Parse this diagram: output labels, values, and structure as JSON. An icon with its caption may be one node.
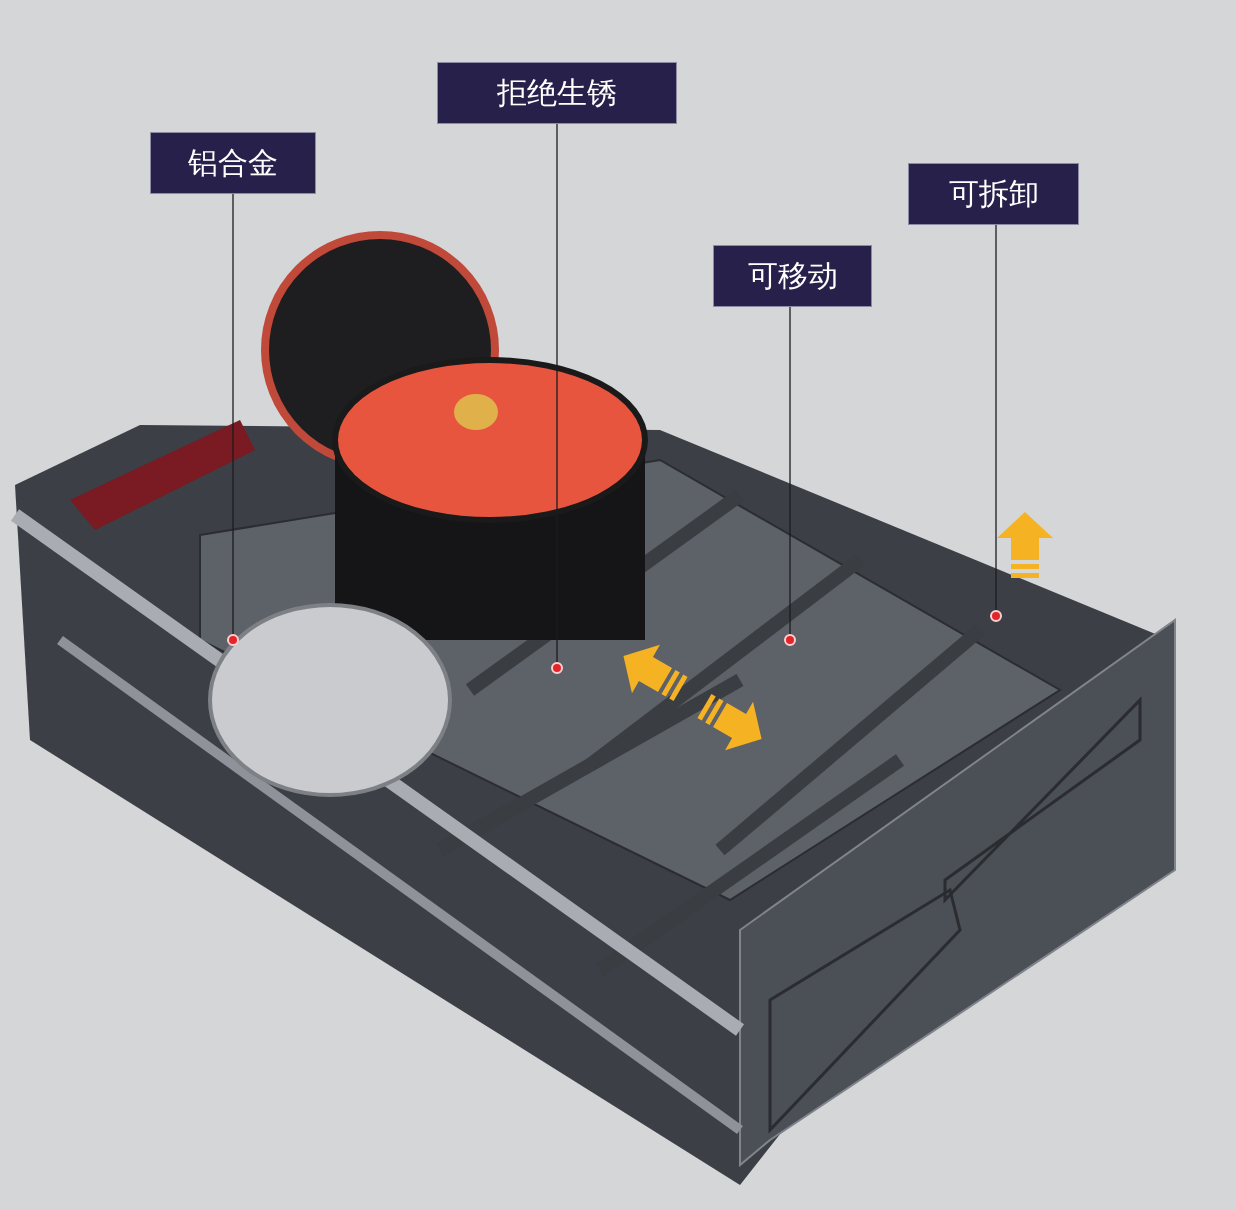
{
  "diagram": {
    "nodes": [
      {
        "text": [
          "拒绝生锈"
        ]
      },
      {
        "text": [
          "铝合金"
        ]
      },
      {
        "text": [
          "可拆卸"
        ]
      },
      {
        "text": [
          "可移动"
        ]
      },
      {
        "text": [],
        "shape": "circle"
      },
      {
        "text": [],
        "shape": "circle"
      },
      {
        "text": [],
        "shape": "circle"
      },
      {
        "text": [],
        "shape": "circle"
      }
    ],
    "edges": [
      {
        "from": 1,
        "to": 4,
        "arrow": "none"
      },
      {
        "from": 0,
        "to": 5,
        "arrow": "none"
      },
      {
        "from": 3,
        "to": 6,
        "arrow": "none"
      },
      {
        "from": 2,
        "to": 7,
        "arrow": "none"
      }
    ]
  }
}
